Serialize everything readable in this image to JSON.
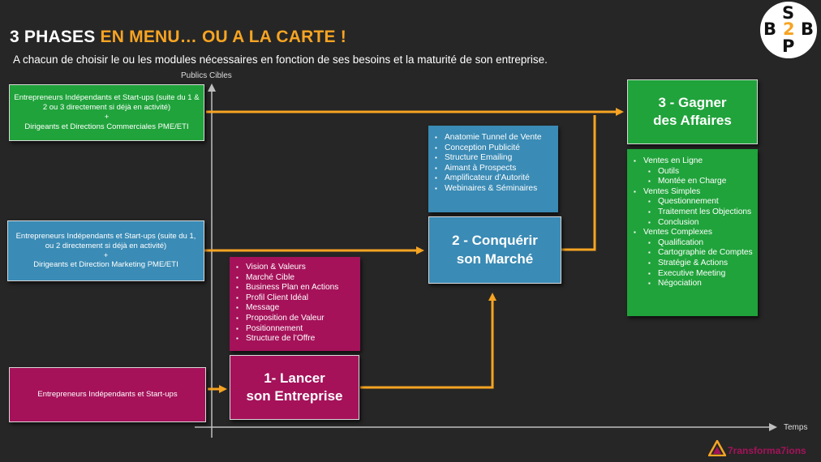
{
  "header": {
    "title_part1": "3 PHASES ",
    "title_part2": "EN MENU… OU A LA CARTE !",
    "subtitle": "A chacun de choisir le ou les modules nécessaires  en fonction de ses besoins et la maturité de son entreprise."
  },
  "logo": {
    "s": "S",
    "b_left": "B",
    "two": "2",
    "b_right": "B",
    "p": "P"
  },
  "axes": {
    "y_label": "Publics Cibles",
    "x_label": "Temps"
  },
  "targets": {
    "top": {
      "line1": "Entrepreneurs Indépendants et Start-ups (suite du 1 & 2 ou 3 directement si déjà en activité)",
      "plus": "+",
      "line2": "Dirigeants et Directions Commerciales PME/ETI"
    },
    "middle": {
      "line1": "Entrepreneurs Indépendants et Start-ups (suite du 1, ou 2 directement si déjà en activité)",
      "plus": "+",
      "line2": "Dirigeants et Direction Marketing PME/ETI"
    },
    "bottom": {
      "line1": "Entrepreneurs Indépendants et Start-ups"
    }
  },
  "phases": {
    "p1": {
      "line1": "1- Lancer",
      "line2": "son Entreprise"
    },
    "p2": {
      "line1": "2 - Conquérir",
      "line2": "son Marché"
    },
    "p3": {
      "line1": "3 - Gagner",
      "line2": "des Affaires"
    }
  },
  "modules": {
    "p1": [
      "Vision & Valeurs",
      "Marché Cible",
      "Business Plan en Actions",
      "Profil Client Idéal",
      "Message",
      "Proposition de Valeur",
      "Positionnement",
      "Structure de l’Offre"
    ],
    "p2": [
      "Anatomie Tunnel de Vente",
      "Conception Publicité",
      "Structure Emailing",
      "Aimant à Prospects",
      "Amplificateur d’Autorité",
      "Webinaires & Séminaires"
    ],
    "p3": [
      {
        "text": "Ventes en Ligne",
        "level": 0
      },
      {
        "text": "Outils",
        "level": 1
      },
      {
        "text": "Montée en Charge",
        "level": 1
      },
      {
        "text": "Ventes Simples",
        "level": 0
      },
      {
        "text": "Questionnement",
        "level": 1
      },
      {
        "text": "Traitement les Objections",
        "level": 1
      },
      {
        "text": "Conclusion",
        "level": 1
      },
      {
        "text": "Ventes Complexes",
        "level": 0
      },
      {
        "text": "Qualification",
        "level": 1
      },
      {
        "text": "Cartographie de Comptes",
        "level": 1
      },
      {
        "text": "Stratégie & Actions",
        "level": 1
      },
      {
        "text": "Executive Meeting",
        "level": 1
      },
      {
        "text": "Négociation",
        "level": 1
      }
    ]
  },
  "brand": {
    "text": "7ransforma7ions"
  },
  "colors": {
    "orange": "#f7a423",
    "green": "#20a33b",
    "blue": "#3a8bb5",
    "magenta": "#a5125a",
    "background": "#262626"
  }
}
